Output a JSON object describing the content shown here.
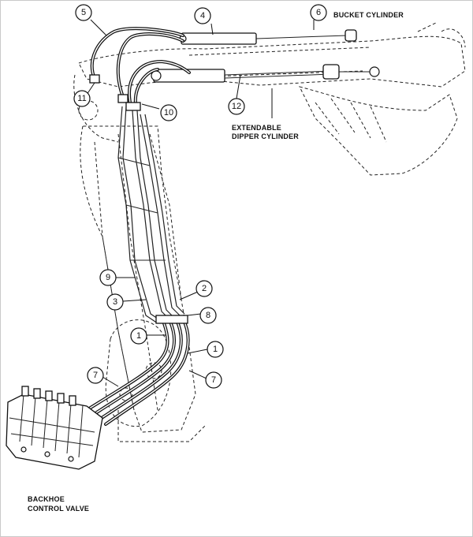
{
  "labels": {
    "bucket_cylinder": "BUCKET CYLINDER",
    "extendable_dipper_line1": "EXTENDABLE",
    "extendable_dipper_line2": "DIPPER CYLINDER",
    "control_valve_line1": "BACKHOE",
    "control_valve_line2": "CONTROL VALVE"
  },
  "callouts": {
    "c5": "5",
    "c4": "4",
    "c6": "6",
    "c11": "11",
    "c10": "10",
    "c12": "12",
    "c9": "9",
    "c2": "2",
    "c3": "3",
    "c8": "8",
    "c1a": "1",
    "c1b": "1",
    "c7a": "7",
    "c7b": "7"
  }
}
